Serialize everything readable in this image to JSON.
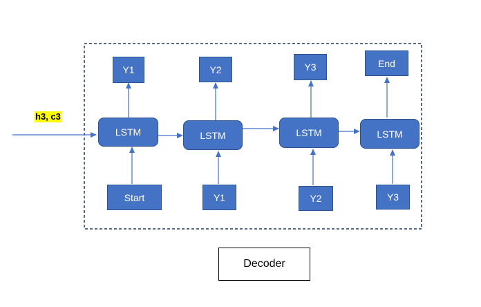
{
  "diagram": {
    "input_state_label": "h3, c3",
    "caption": "Decoder",
    "colors": {
      "node_fill": "#4472c4",
      "node_border": "#2f528f",
      "arrow": "#4472c4",
      "frame": "#1f3864",
      "highlight": "#ffff00"
    },
    "steps": [
      {
        "input": "Start",
        "cell": "LSTM",
        "output": "Y1"
      },
      {
        "input": "Y1",
        "cell": "LSTM",
        "output": "Y2"
      },
      {
        "input": "Y2",
        "cell": "LSTM",
        "output": "Y3"
      },
      {
        "input": "Y3",
        "cell": "LSTM",
        "output": "End"
      }
    ]
  }
}
